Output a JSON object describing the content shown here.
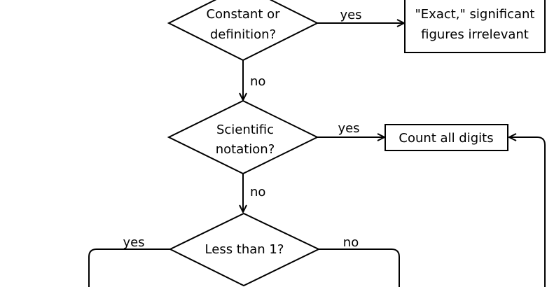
{
  "nodes": {
    "constant": {
      "line1": "Constant or",
      "line2": "definition?"
    },
    "exact": {
      "line1": "\"Exact,\" significant",
      "line2": "figures irrelevant"
    },
    "scientific": {
      "line1": "Scientific",
      "line2": "notation?"
    },
    "count_all": {
      "label": "Count all digits"
    },
    "less_than_one": {
      "label": "Less than 1?"
    }
  },
  "edges": {
    "constant_yes": "yes",
    "constant_no": "no",
    "scientific_yes": "yes",
    "scientific_no": "no",
    "less_yes": "yes",
    "less_no": "no"
  }
}
